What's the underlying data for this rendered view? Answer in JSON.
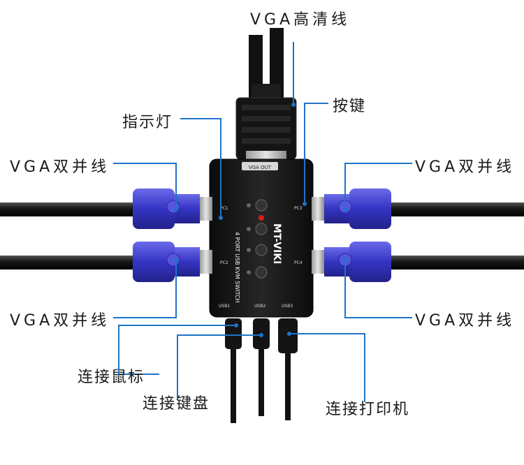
{
  "labels": {
    "vga_cable": "VGA高清线",
    "buttons": "按键",
    "indicator": "指示灯",
    "vga_dual_top_left": "VGA双并线",
    "vga_dual_top_right": "VGA双并线",
    "vga_dual_bottom_left": "VGA双并线",
    "vga_dual_bottom_right": "VGA双并线",
    "mouse": "连接鼠标",
    "keyboard": "连接键盘",
    "printer": "连接打印机"
  },
  "device": {
    "brand": "MT-VIKI",
    "model_text": "4 PORT USB KVM SWITCH",
    "port_out": "VGA OUT",
    "port_1": "PC1",
    "port_2": "PC2",
    "port_3": "PC3",
    "port_4": "PC4",
    "usb_1": "USB1",
    "usb_2": "USB2",
    "usb_3": "USB3"
  },
  "colors": {
    "leader_line": "#1e73c8",
    "connector_blue": "#3f3fcc",
    "device_body": "#151515",
    "led_red": "#e01818"
  }
}
